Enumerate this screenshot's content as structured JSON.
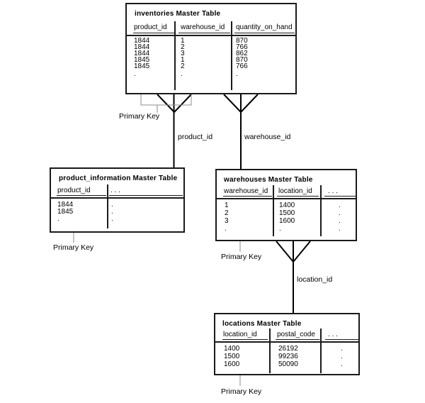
{
  "diagram": {
    "tables": {
      "inventories": {
        "title": "inventories Master Table",
        "columns": [
          "product_id",
          "warehouse_id",
          "quantity_on_hand"
        ],
        "rows": [
          [
            "1844",
            "1",
            "870"
          ],
          [
            "1844",
            "2",
            "766"
          ],
          [
            "1844",
            "3",
            "862"
          ],
          [
            "1845",
            "1",
            "870"
          ],
          [
            "1845",
            "2",
            "766"
          ],
          [
            ".",
            ".",
            "."
          ]
        ]
      },
      "product_information": {
        "title": "product_information Master Table",
        "columns": [
          "product_id",
          ". . ."
        ],
        "rows": [
          [
            "1844",
            "."
          ],
          [
            "1845",
            "."
          ],
          [
            ".",
            "."
          ]
        ]
      },
      "warehouses": {
        "title": "warehouses Master Table",
        "columns": [
          "warehouse_id",
          "location_id",
          ". . ."
        ],
        "rows": [
          [
            "1",
            "1400",
            "."
          ],
          [
            "2",
            "1500",
            "."
          ],
          [
            "3",
            "1600",
            "."
          ],
          [
            ".",
            ".",
            "."
          ]
        ]
      },
      "locations": {
        "title": "locations Master Table",
        "columns": [
          "location_id",
          "postal_code",
          ". . ."
        ],
        "rows": [
          [
            "1400",
            "26192",
            "."
          ],
          [
            "1500",
            "99236",
            "."
          ],
          [
            "1600",
            "50090",
            "."
          ]
        ]
      }
    },
    "labels": {
      "pk_inventories": "Primary Key",
      "pk_product_information": "Primary Key",
      "pk_warehouses": "Primary Key",
      "pk_locations": "Primary Key",
      "join_product_id": "product_id",
      "join_warehouse_id": "warehouse_id",
      "join_location_id": "location_id"
    },
    "colors": {
      "line": "#000000",
      "thin_line": "#8c8c8c",
      "background": "#ffffff",
      "text": "#000000"
    }
  }
}
